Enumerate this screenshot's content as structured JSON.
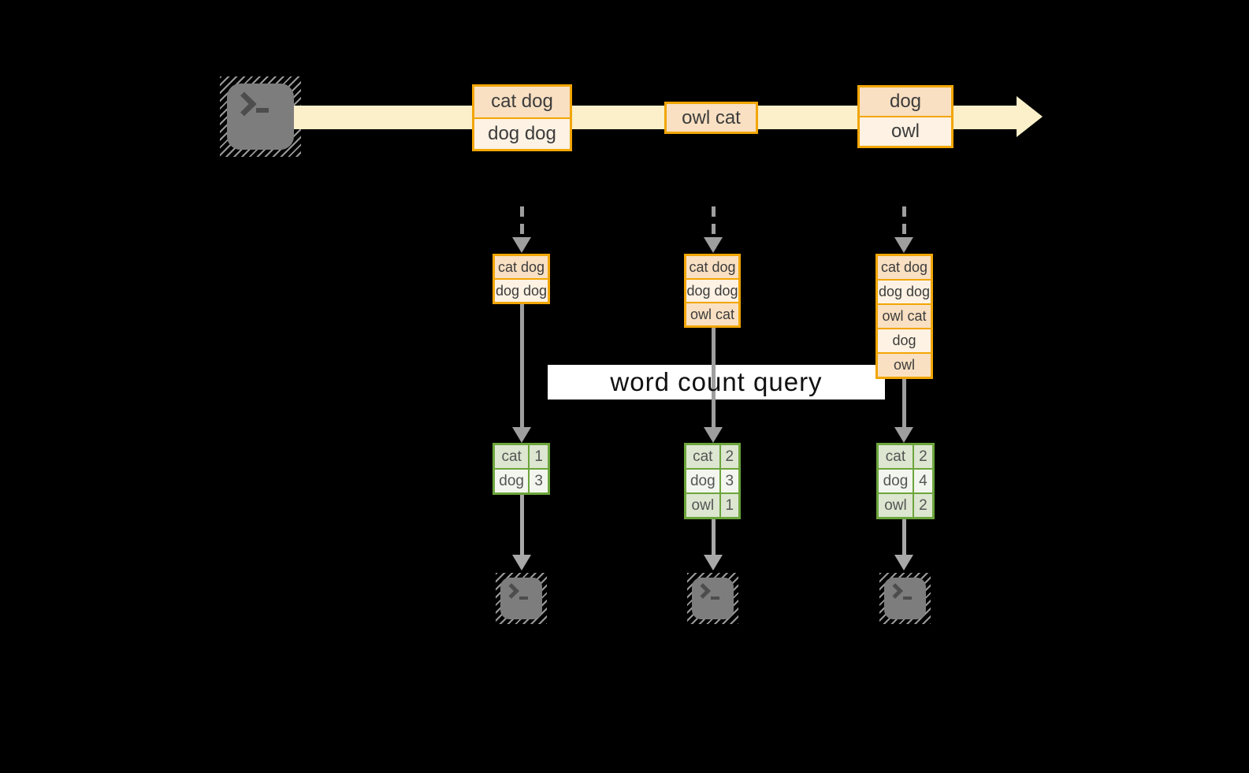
{
  "colors": {
    "background": "#000000",
    "stream_band": "#FBF0CA",
    "orange_border": "#F2A604",
    "orange_fill_dark": "#F9E0C2",
    "orange_fill_light": "#FDF2E3",
    "green_border": "#6CA53C",
    "green_fill_dark": "#DCE6D0",
    "green_fill_light": "#F3F6EE",
    "connector_gray": "#9E9E9E",
    "terminal_gray": "#7D7D7D",
    "query_label_bg": "#FFFFFF"
  },
  "icons": {
    "terminal": "terminal-icon",
    "terminal_glyph": ">_"
  },
  "query_label": "word count query",
  "stream": {
    "batches": [
      {
        "rows": [
          "cat dog",
          "dog dog"
        ]
      },
      {
        "rows": [
          "owl cat"
        ]
      },
      {
        "rows": [
          "dog",
          "owl"
        ]
      }
    ]
  },
  "inputs": [
    {
      "rows": [
        "cat dog",
        "dog dog"
      ]
    },
    {
      "rows": [
        "cat dog",
        "dog dog",
        "owl cat"
      ]
    },
    {
      "rows": [
        "cat dog",
        "dog dog",
        "owl cat",
        "dog",
        "owl"
      ]
    }
  ],
  "results": [
    {
      "rows": [
        {
          "word": "cat",
          "count": "1"
        },
        {
          "word": "dog",
          "count": "3"
        }
      ]
    },
    {
      "rows": [
        {
          "word": "cat",
          "count": "2"
        },
        {
          "word": "dog",
          "count": "3"
        },
        {
          "word": "owl",
          "count": "1"
        }
      ]
    },
    {
      "rows": [
        {
          "word": "cat",
          "count": "2"
        },
        {
          "word": "dog",
          "count": "4"
        },
        {
          "word": "owl",
          "count": "2"
        }
      ]
    }
  ]
}
